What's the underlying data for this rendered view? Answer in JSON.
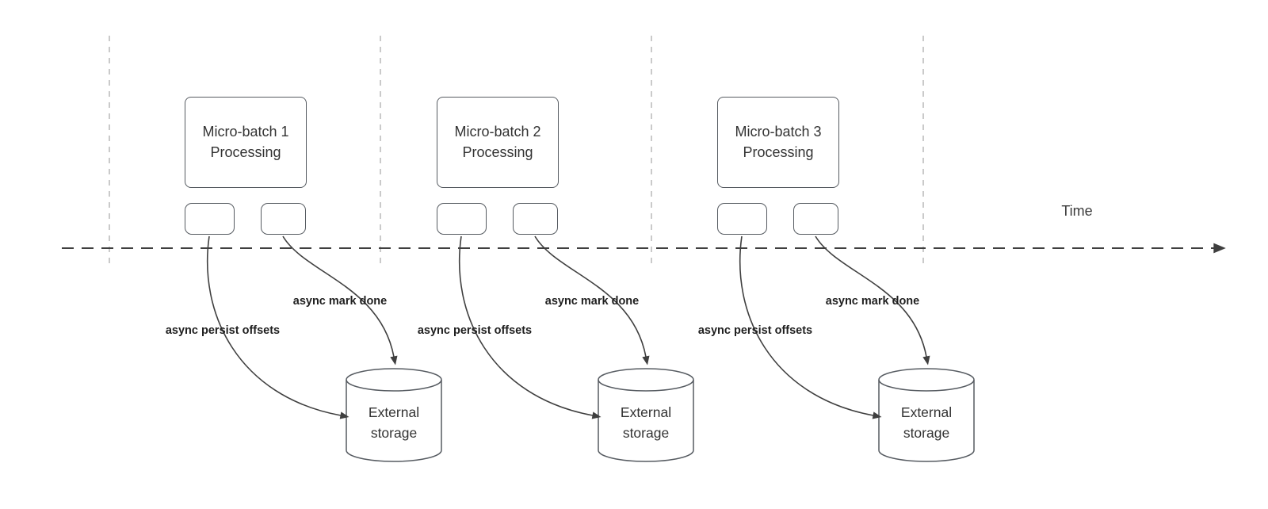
{
  "time_label": "Time",
  "batches": [
    {
      "title_line1": "Micro-batch 1",
      "title_line2": "Processing",
      "persist_label": "async persist offsets",
      "mark_done_label": "async mark done",
      "storage_line1": "External",
      "storage_line2": "storage"
    },
    {
      "title_line1": "Micro-batch 2",
      "title_line2": "Processing",
      "persist_label": "async persist offsets",
      "mark_done_label": "async mark done",
      "storage_line1": "External",
      "storage_line2": "storage"
    },
    {
      "title_line1": "Micro-batch 3",
      "title_line2": "Processing",
      "persist_label": "async persist offsets",
      "mark_done_label": "async mark done",
      "storage_line1": "External",
      "storage_line2": "storage"
    }
  ],
  "colors": {
    "arrow_line": "#3f3f3f",
    "guide_line": "#b8b8b8",
    "box_border": "#565b61",
    "text": "#333333"
  }
}
